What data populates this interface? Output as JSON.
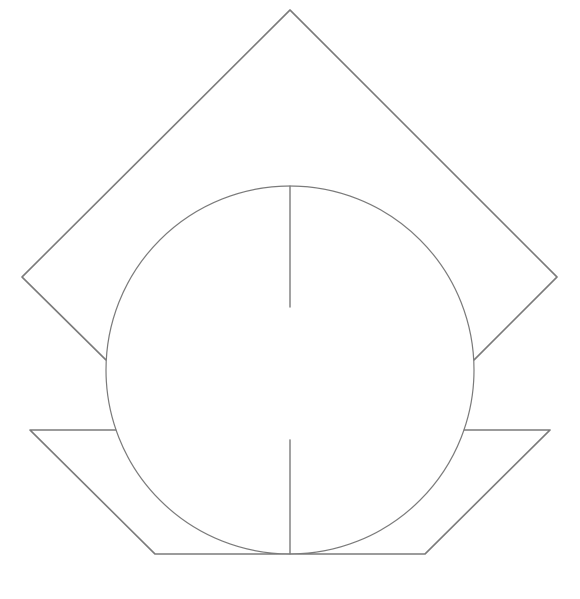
{
  "diagram": {
    "title": "",
    "labels": [],
    "colors": {
      "background": "#ffffff",
      "stroke": "#7a7a7a"
    },
    "elements": [
      "diamond-outline",
      "center-circle",
      "vertical-axis-upper",
      "vertical-axis-lower",
      "trapezoid-base"
    ]
  }
}
